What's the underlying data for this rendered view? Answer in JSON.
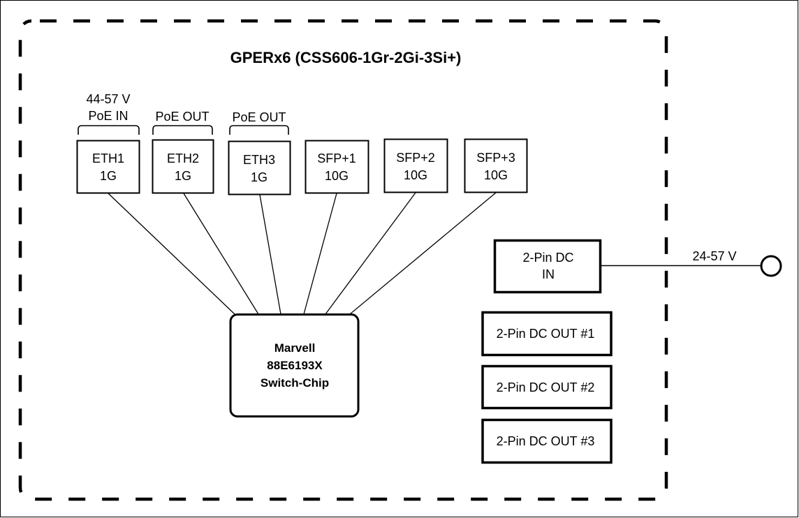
{
  "diagram": {
    "title": "GPERx6 (CSS606-1Gr-2Gi-3Si+)",
    "colors": {
      "stroke": "#000000",
      "background": "#ffffff"
    },
    "ports": [
      {
        "id": "eth1",
        "line1": "ETH1",
        "line2": "1G",
        "label_top": "44-57 V",
        "label_bottom": "PoE IN"
      },
      {
        "id": "eth2",
        "line1": "ETH2",
        "line2": "1G",
        "label_top": "",
        "label_bottom": "PoE OUT"
      },
      {
        "id": "eth3",
        "line1": "ETH3",
        "line2": "1G",
        "label_top": "",
        "label_bottom": "PoE OUT"
      },
      {
        "id": "sfp1",
        "line1": "SFP+1",
        "line2": "10G"
      },
      {
        "id": "sfp2",
        "line1": "SFP+2",
        "line2": "10G"
      },
      {
        "id": "sfp3",
        "line1": "SFP+3",
        "line2": "10G"
      }
    ],
    "switch_chip": {
      "line1": "Marvell",
      "line2": "88E6193X",
      "line3": "Switch-Chip"
    },
    "dc_in": {
      "line1": "2-Pin DC",
      "line2": "IN",
      "voltage": "24-57 V"
    },
    "dc_out": [
      {
        "label": "2-Pin DC OUT #1"
      },
      {
        "label": "2-Pin DC OUT #2"
      },
      {
        "label": "2-Pin DC OUT #3"
      }
    ],
    "connections": [
      {
        "from": "eth1",
        "to": "switch_chip"
      },
      {
        "from": "eth2",
        "to": "switch_chip"
      },
      {
        "from": "eth3",
        "to": "switch_chip"
      },
      {
        "from": "sfp1",
        "to": "switch_chip"
      },
      {
        "from": "sfp2",
        "to": "switch_chip"
      },
      {
        "from": "sfp3",
        "to": "switch_chip"
      },
      {
        "from": "dc_in",
        "to": "power_terminal"
      }
    ]
  }
}
